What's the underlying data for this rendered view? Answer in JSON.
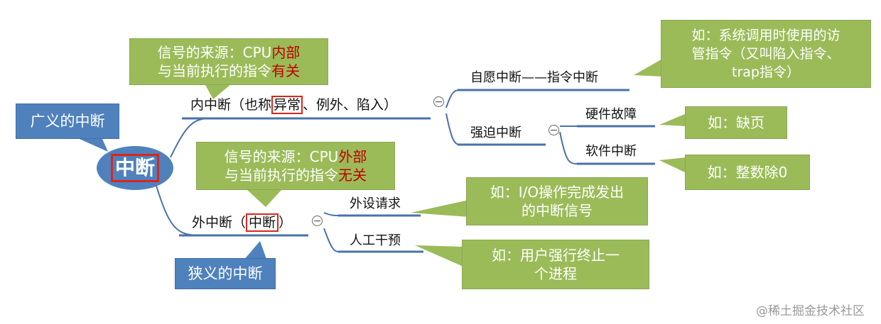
{
  "root": {
    "label": "中断"
  },
  "broad_label": "广义的中断",
  "narrow_label": "狭义的中断",
  "internal": {
    "prefix": "内中断（也称",
    "highlight": "异常",
    "suffix": "、例外、陷入）",
    "source_note": {
      "line1_prefix": "信号的来源：CPU",
      "line1_highlight": "内部",
      "line2_prefix": "与当前执行的指令",
      "line2_highlight": "有关"
    },
    "voluntary": {
      "label": "自愿中断——指令中断",
      "note": [
        "如：系统调用时使用的访",
        "管指令（又叫陷入指令、",
        "trap指令）"
      ]
    },
    "forced": {
      "label": "强迫中断",
      "hardware": {
        "label": "硬件故障",
        "note": "如：缺页"
      },
      "software": {
        "label": "软件中断",
        "note": "如：整数除0"
      }
    }
  },
  "external": {
    "prefix": "外中断（",
    "highlight": "中断",
    "suffix": "）",
    "source_note": {
      "line1_prefix": "信号的来源：CPU",
      "line1_highlight": "外部",
      "line2_prefix": "与当前执行的指令",
      "line2_highlight": "无关"
    },
    "peripheral": {
      "label": "外设请求",
      "note": [
        "如：I/O操作完成发出",
        "的中断信号"
      ]
    },
    "manual": {
      "label": "人工干预",
      "note": [
        "如：用户强行终止一",
        "个进程"
      ]
    }
  },
  "collapse_symbol": "−",
  "watermark": "@稀土掘金技术社区",
  "colors": {
    "blue": "#4f81bd",
    "green": "#9bbb59",
    "red": "#d9261c",
    "line": "#4a72a8"
  }
}
